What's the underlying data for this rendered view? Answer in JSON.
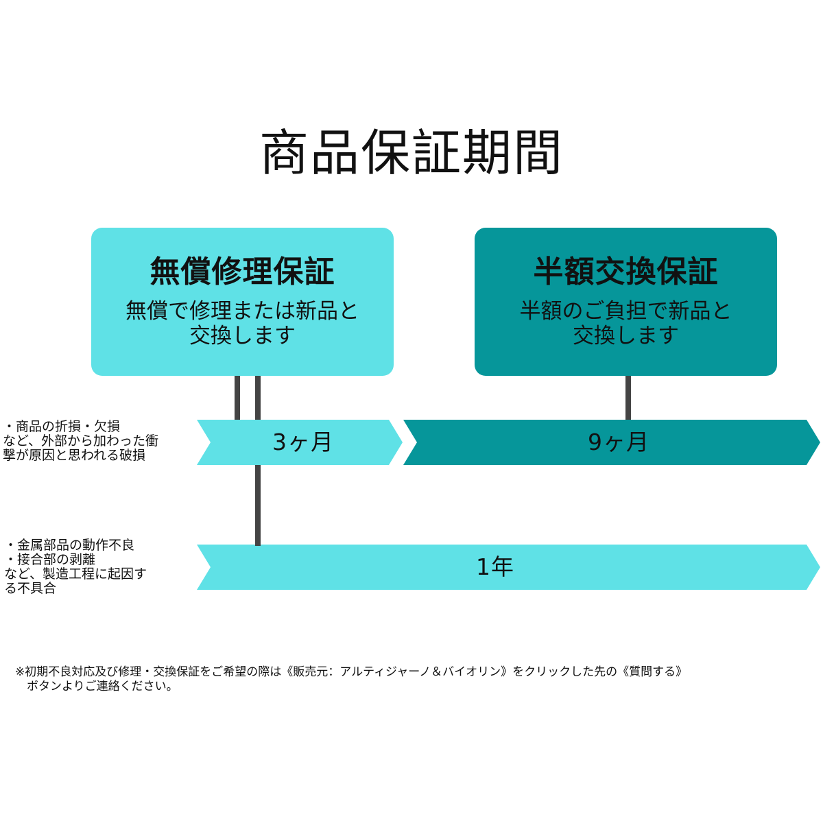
{
  "title": "商品保証期間",
  "cards": {
    "free_repair": {
      "title": "無償修理保証",
      "description": "無償で修理または新品と\n交換します"
    },
    "half_price": {
      "title": "半額交換保証",
      "description": "半額のご負担で新品と\n交換します"
    }
  },
  "timeline": {
    "row1": {
      "condition": "・商品の折損・欠損\nなど、外部から加わった衝\n撃が原因と思われる破損",
      "period_free": "3ヶ月",
      "period_half": "9ヶ月"
    },
    "row2": {
      "condition": "・金属部品の動作不良\n・接合部の剥離\nなど、製造工程に起因す\nる不具合",
      "period_free": "1年"
    }
  },
  "note": "※初期不良対応及び修理・交換保証をご希望の際は《販売元：アルティジャーノ＆バイオリン》をクリックした先の《質問する》\n　ボタンよりご連絡ください。",
  "colors": {
    "light_teal": "#5fe1e6",
    "dark_teal": "#06969a",
    "connector": "#444444"
  }
}
